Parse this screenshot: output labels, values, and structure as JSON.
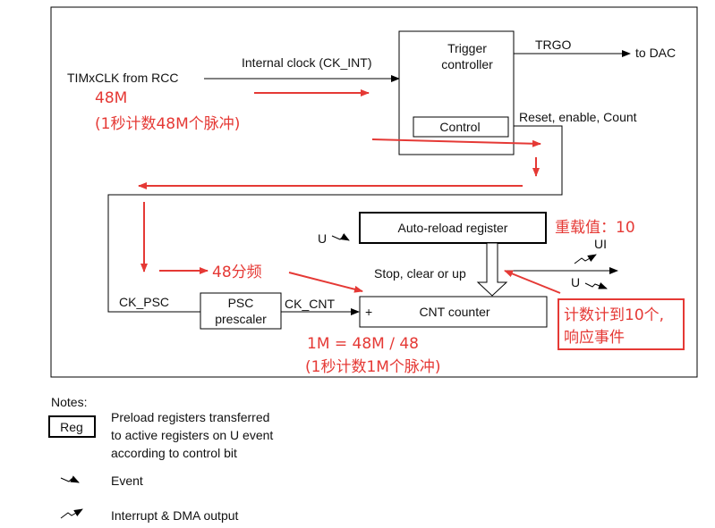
{
  "diagram": {
    "inputs": {
      "timxclk": "TIMxCLK from RCC",
      "internal_clock": "Internal clock (CK_INT)"
    },
    "trigger": {
      "title_line1": "Trigger",
      "title_line2": "controller",
      "control": "Control",
      "trgo": "TRGO",
      "to_dac": "to DAC",
      "reset_enable_count": "Reset, enable, Count"
    },
    "auto_reload": "Auto-reload register",
    "stop_clear_up": "Stop, clear or up",
    "psc": {
      "ck_psc": "CK_PSC",
      "line1": "PSC",
      "line2": "prescaler",
      "ck_cnt": "CK_CNT"
    },
    "cnt": {
      "plus": "+",
      "label": "CNT counter"
    },
    "events": {
      "u_in": "U",
      "ui": "UI",
      "u_out": "U"
    }
  },
  "annotations": {
    "freq_48m": "48M",
    "pulses_48m": "(1秒计数48M个脉冲)",
    "div_48": "48分频",
    "reload_value": "重载值：10",
    "freq_1m": "1M = 48M / 48",
    "pulses_1m": "(1秒计数1M个脉冲)",
    "count_to_10_line1": "计数计到10个,",
    "count_to_10_line2": "响应事件"
  },
  "notes": {
    "title": "Notes:",
    "reg_box": "Reg",
    "reg_line1": "Preload registers transferred",
    "reg_line2": "to active registers on U event",
    "reg_line3": "according to control bit",
    "event": "Event",
    "interrupt": "Interrupt & DMA output"
  },
  "colors": {
    "annotation_red": "#e53935",
    "line": "#000000"
  }
}
